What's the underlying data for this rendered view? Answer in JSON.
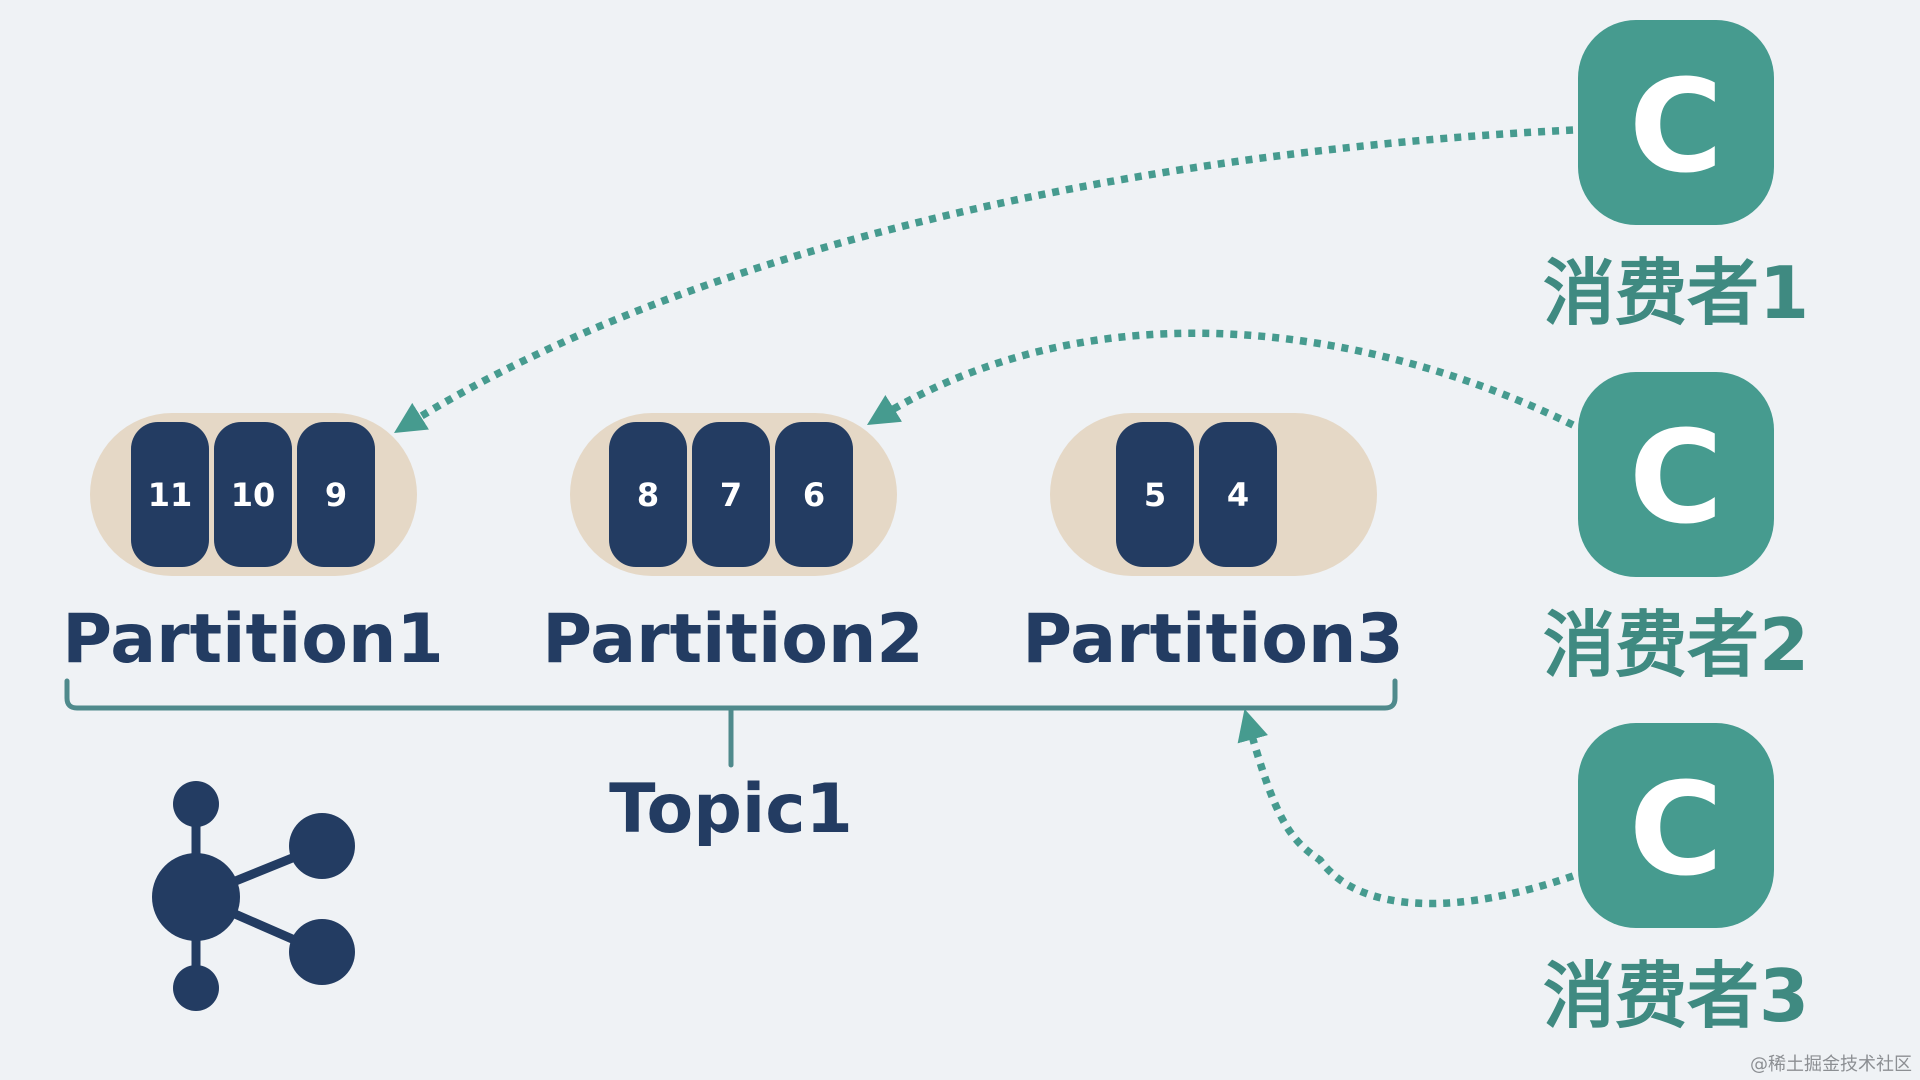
{
  "colors": {
    "background": "#eff2f5",
    "partition_pill": "#e5d8c6",
    "message_block": "#233c62",
    "consumer": "#469b8f",
    "consumer_label": "#3f8a81",
    "topic_bracket": "#4f8a8c",
    "topic_icon": "#233c62"
  },
  "partitions": [
    {
      "name": "Partition1",
      "messages": [
        "11",
        "10",
        "9"
      ]
    },
    {
      "name": "Partition2",
      "messages": [
        "8",
        "7",
        "6"
      ]
    },
    {
      "name": "Partition3",
      "messages": [
        "5",
        "4"
      ]
    }
  ],
  "topic": {
    "name": "Topic1",
    "icon": "share-network-icon"
  },
  "consumers": [
    {
      "icon_letter": "C",
      "label": "消费者1"
    },
    {
      "icon_letter": "C",
      "label": "消费者2"
    },
    {
      "icon_letter": "C",
      "label": "消费者3"
    }
  ],
  "watermark": "@稀土掘金技术社区"
}
